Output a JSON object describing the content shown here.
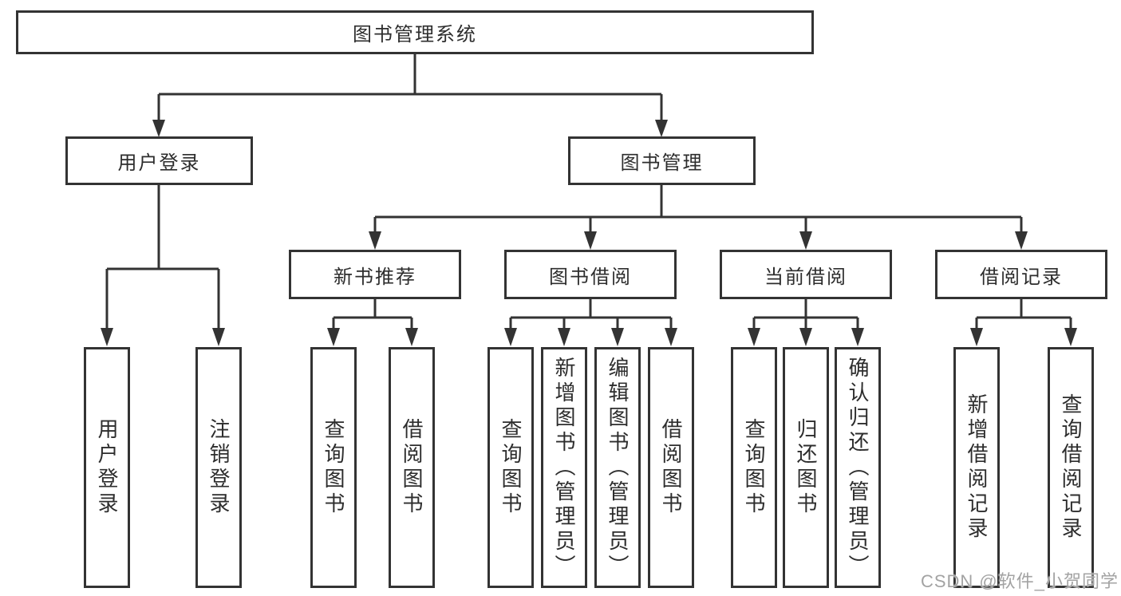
{
  "tree": {
    "root": {
      "label": "图书管理系统",
      "children": [
        {
          "label": "用户登录",
          "children": [
            {
              "label": "用户登录"
            },
            {
              "label": "注销登录"
            }
          ]
        },
        {
          "label": "图书管理",
          "children": [
            {
              "label": "新书推荐",
              "children": [
                {
                  "label": "查询图书"
                },
                {
                  "label": "借阅图书"
                }
              ]
            },
            {
              "label": "图书借阅",
              "children": [
                {
                  "label": "查询图书"
                },
                {
                  "label": "新增图书（管理员）"
                },
                {
                  "label": "编辑图书（管理员）"
                },
                {
                  "label": "借阅图书"
                }
              ]
            },
            {
              "label": "当前借阅",
              "children": [
                {
                  "label": "查询图书"
                },
                {
                  "label": "归还图书"
                },
                {
                  "label": "确认归还（管理员）"
                }
              ]
            },
            {
              "label": "借阅记录",
              "children": [
                {
                  "label": "新增借阅记录"
                },
                {
                  "label": "查询借阅记录"
                }
              ]
            }
          ]
        }
      ]
    }
  },
  "watermark": {
    "text": "CSDN @软件_小贺同学"
  },
  "colors": {
    "line": "#333333",
    "box_border": "#333333",
    "text": "#2d2d2d",
    "background": "#ffffff",
    "watermark": "#a3a3a3"
  }
}
